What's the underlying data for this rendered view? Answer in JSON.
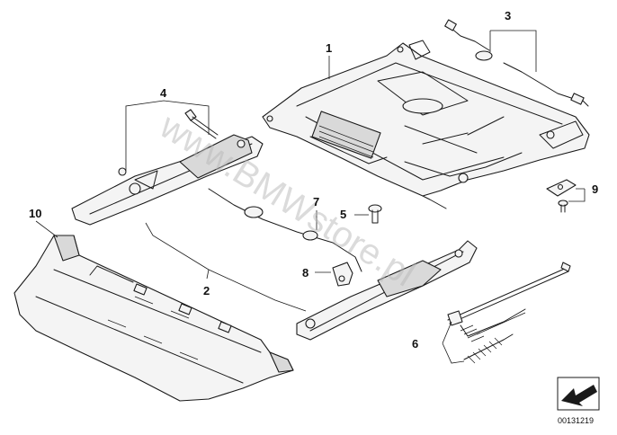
{
  "callouts": {
    "c1": "1",
    "c2": "2",
    "c3": "3",
    "c4": "4",
    "c5": "5",
    "c6": "6",
    "c7": "7",
    "c8": "8",
    "c9": "9",
    "c10": "10"
  },
  "watermark": "www.BMWstore.pl",
  "reference_number": "00131219",
  "colors": {
    "line": "#1a1a1a",
    "fill": "#f4f4f4",
    "shade": "#d9d9d9",
    "watermark": "#b8b8b8"
  }
}
